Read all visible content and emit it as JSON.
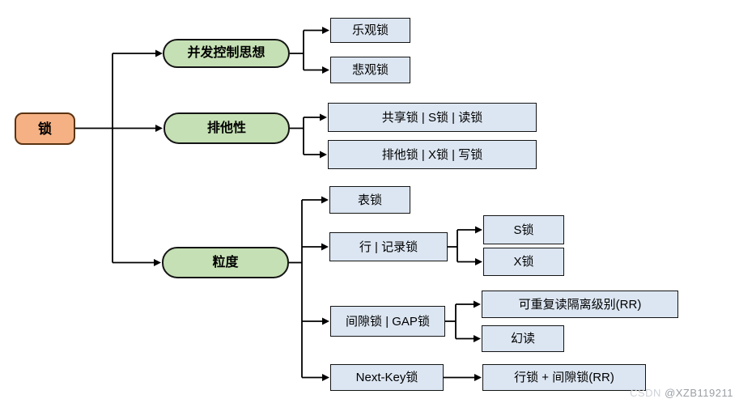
{
  "tree": {
    "root": {
      "label": "锁"
    },
    "branches": [
      {
        "label": "并发控制思想",
        "children": [
          {
            "label": "乐观锁"
          },
          {
            "label": "悲观锁"
          }
        ]
      },
      {
        "label": "排他性",
        "children": [
          {
            "label": "共享锁 | S锁 | 读锁"
          },
          {
            "label": "排他锁 | X锁 | 写锁"
          }
        ]
      },
      {
        "label": "粒度",
        "children": [
          {
            "label": "表锁",
            "children": []
          },
          {
            "label": "行 | 记录锁",
            "children": [
              {
                "label": "S锁"
              },
              {
                "label": "X锁"
              }
            ]
          },
          {
            "label": "间隙锁 | GAP锁",
            "children": [
              {
                "label": "可重复读隔离级别(RR)"
              },
              {
                "label": "幻读"
              }
            ]
          },
          {
            "label": "Next-Key锁",
            "children": [
              {
                "label": "行锁 + 间隙锁(RR)"
              }
            ]
          }
        ]
      }
    ]
  },
  "watermark": {
    "brand": "CSDN",
    "user": "@XZB119211"
  },
  "colors": {
    "root_fill": "#F5B183",
    "root_border": "#5A3312",
    "branch_fill": "#C5E0B4",
    "leaf_fill": "#DCE6F2",
    "line": "#000000"
  }
}
